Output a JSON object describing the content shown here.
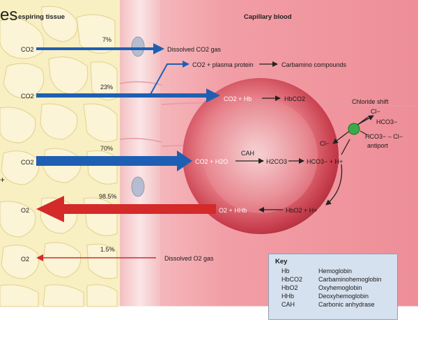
{
  "headers": {
    "tissue_partial": "es",
    "tissue": "espiring tissue",
    "capillary": "Capillary blood"
  },
  "left_edge_mark": "+",
  "tissue_side": {
    "co2_1": "CO2",
    "co2_2": "CO2",
    "co2_3": "CO2",
    "o2_1": "O2",
    "o2_2": "O2"
  },
  "percentages": {
    "co2_dissolved": "7%",
    "co2_hb": "23%",
    "co2_bicarb": "70%",
    "o2_hb": "98.5%",
    "o2_dissolved": "1.5%"
  },
  "plasma_labels": {
    "dissolved_co2": "Dissolved CO2 gas",
    "co2_plus_protein": "CO2 + plasma protein",
    "carbamino": "Carbamino compounds",
    "dissolved_o2": "Dissolved O2 gas"
  },
  "rbc_labels": {
    "co2_plus_hb": "CO2 + Hb",
    "hbco2": "HbCO2",
    "co2_plus_h2o": "CO2 + H2O",
    "cah": "CAH",
    "h2co3": "H2CO3",
    "hco3_h": "HCO3− + H+",
    "o2_hhb": "O2 + HHb",
    "hbo2_h": "HbO2 + H+",
    "cl_inside": "Cl−"
  },
  "chloride_shift": {
    "title": "Chloride shift",
    "cl": "Cl−",
    "hco3": "HCO3−",
    "antiport_ions": "HCO3− – Cl−",
    "antiport": "antiport"
  },
  "key": {
    "title": "Key",
    "entries": [
      {
        "abbr": "Hb",
        "def": "Hemoglobin"
      },
      {
        "abbr": "HbCO2",
        "def": "Carbaminohemoglobin"
      },
      {
        "abbr": "HbO2",
        "def": "Oxyhemoglobin"
      },
      {
        "abbr": "HHb",
        "def": "Deoxyhemoglobin"
      },
      {
        "abbr": "CAH",
        "def": "Carbonic anhydrase"
      }
    ]
  },
  "colors": {
    "co2_arrow": "#1f5fb3",
    "o2_arrow": "#d42a2a",
    "tissue_fill": "#f8efc2",
    "capillary_fill": "#f0a1a8",
    "rbc_fill": "#e05c6a",
    "antiport": "#3aaa4a",
    "key_bg": "#d6e1ef"
  }
}
